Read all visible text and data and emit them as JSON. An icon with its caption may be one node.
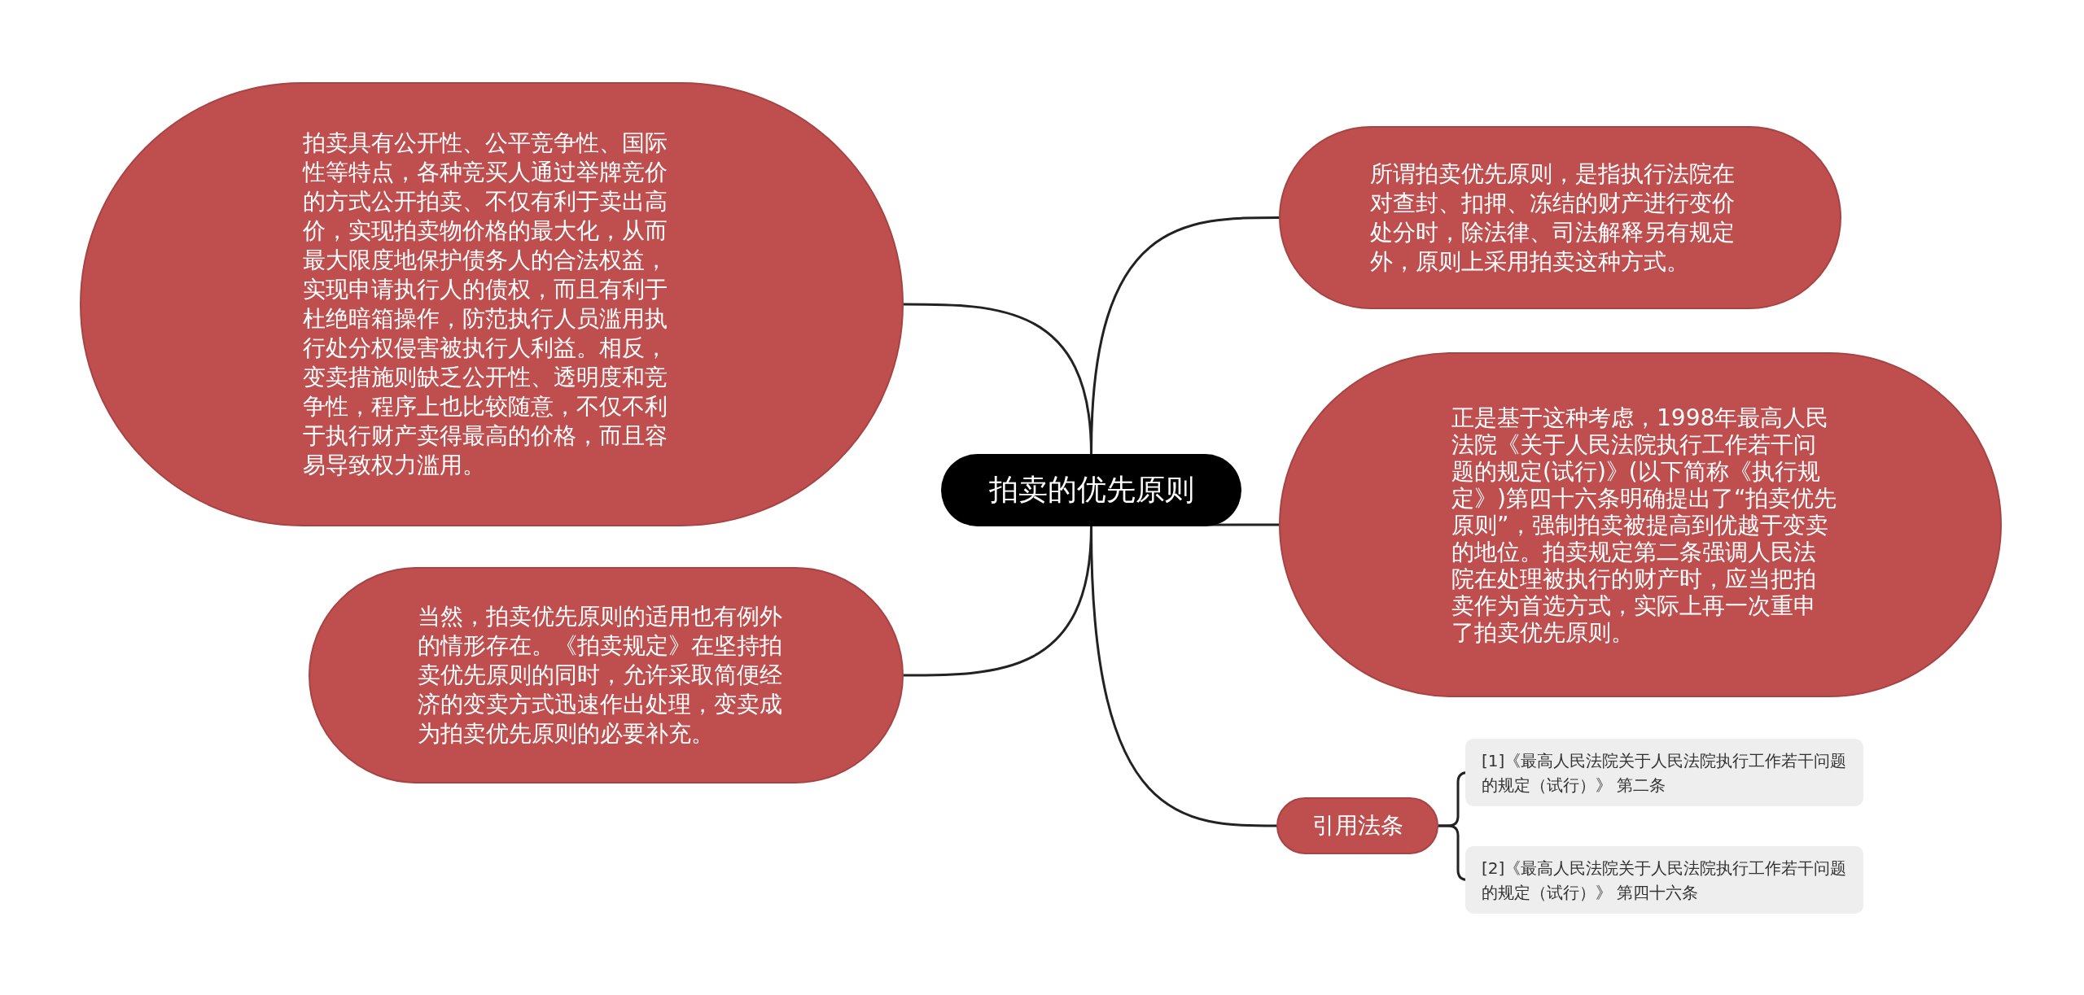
{
  "diagram": {
    "nodes": [
      {
        "text": [
          "拍卖的优先原则"
        ]
      },
      {
        "text": [
          "拍卖具有公开性、公平竞争性、国际性等特点，各种竞买人通过举牌竞价的方式公开拍卖、不仅有利于卖出高价，实现拍卖物价格的最大化，从而最大限度地保护债务人的合法权益，实现申请执行人的债权，而且有利于杜绝暗箱操作，防范执行人员滥用执行处分权侵害被执行人利益。相反，变卖措施则缺乏公开性、透明度和竞争性，程序上也比较随意，不仅不利于执行财产卖得最高的价格，而且容易导致权力滥用。"
        ]
      },
      {
        "text": [
          "当然，拍卖优先原则的适用也有例外的情形存在。《拍卖规定》在坚持拍卖优先原则的同时，允许采取简便经济的变卖方式迅速作出处理，变卖成为拍卖优先原则的必要补充。"
        ]
      },
      {
        "text": [
          "所谓拍卖优先原则，是指执行法院在对查封、扣押、冻结的财产进行变价处分时，除法律、司法解释另有规定外，原则上采用拍卖这种方式。"
        ]
      },
      {
        "text": [
          "正是基于这种考虑，1998年最高人民法院《关于人民法院执行工作若干问题的规定(试行)》(以下简称《执行规定》)第四十六条明确提出了“拍卖优先原则”，强制拍卖被提高到优越于变卖的地位。拍卖规定第二条强调人民法院在处理被执行的财产时，应当把拍卖作为首选方式，实际上再一次重申了拍卖优先原则。"
        ]
      },
      {
        "text": [
          "引用法条"
        ]
      },
      {
        "text": [
          "[1]《最高人民法院关于人民法院执行工作若干问题的规定（试行）》 第二条"
        ]
      },
      {
        "text": [
          "[2]《最高人民法院关于人民法院执行工作若干问题的规定（试行）》 第四十六条"
        ]
      }
    ],
    "edges": [
      {
        "from": 0,
        "to": 1,
        "arrow": "none"
      },
      {
        "from": 0,
        "to": 2,
        "arrow": "none"
      },
      {
        "from": 0,
        "to": 3,
        "arrow": "none"
      },
      {
        "from": 0,
        "to": 4,
        "arrow": "none"
      },
      {
        "from": 0,
        "to": 5,
        "arrow": "none"
      },
      {
        "from": 5,
        "to": 6,
        "arrow": "none"
      },
      {
        "from": 5,
        "to": 7,
        "arrow": "none"
      }
    ]
  }
}
